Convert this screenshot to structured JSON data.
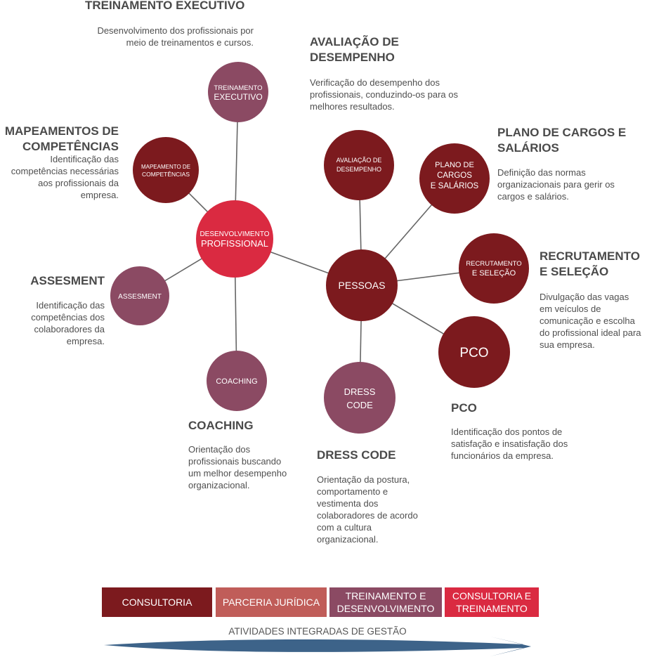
{
  "colors": {
    "dark_red": "#7c1a1e",
    "mauve": "#8b4a63",
    "bright_red": "#da2a41",
    "salmon": "#c05d59",
    "connector": "#666666",
    "arrow": "#3d6389"
  },
  "nodes": {
    "desenvolvimento": {
      "line1": "DESENVOLVIMENTO",
      "line2": "PROFISSIONAL"
    },
    "pessoas": {
      "line1": "PESSOAS"
    },
    "treinamento": {
      "line1": "TREINAMENTO",
      "line2": "EXECUTIVO"
    },
    "mapeamento": {
      "line1": "MAPEAMENTO DE",
      "line2": "COMPETÊNCIAS"
    },
    "assesment": {
      "line1": "ASSESMENT"
    },
    "coaching": {
      "line1": "COACHING"
    },
    "avaliacao": {
      "line1": "AVALIAÇÃO DE",
      "line2": "DESEMPENHO"
    },
    "plano": {
      "line1": "PLANO DE",
      "line2": "CARGOS",
      "line3": "E SALÁRIOS"
    },
    "recrutamento": {
      "line1": "RECRUTAMENTO",
      "line2": "E SELEÇÃO"
    },
    "pco": {
      "line1": "PCO"
    },
    "dress": {
      "line1": "DRESS",
      "line2": "CODE"
    }
  },
  "labels": {
    "treinamento": {
      "heading": "TREINAMENTO EXECUTIVO",
      "desc_1": "Desenvolvimento dos profissionais por",
      "desc_2": "meio de treinamentos e cursos."
    },
    "avaliacao": {
      "heading_1": "AVALIAÇÃO DE",
      "heading_2": "DESEMPENHO",
      "desc_1": "Verificação do desempenho dos",
      "desc_2": "profissionais, conduzindo-os para os",
      "desc_3": "melhores resultados."
    },
    "plano": {
      "heading_1": "PLANO DE CARGOS E",
      "heading_2": "SALÁRIOS",
      "desc_1": "Definição das normas",
      "desc_2": "organizacionais para gerir os",
      "desc_3": "cargos e salários."
    },
    "mapeamento": {
      "heading_1": "MAPEAMENTOS DE",
      "heading_2": "COMPETÊNCIAS",
      "desc_1": "Identificação das",
      "desc_2": "competências necessárias",
      "desc_3": "aos profissionais da",
      "desc_4": "empresa."
    },
    "recrutamento": {
      "heading_1": "RECRUTAMENTO",
      "heading_2": "E SELEÇÃO",
      "desc_1": "Divulgação das vagas",
      "desc_2": "em veículos de",
      "desc_3": "comunicação e escolha",
      "desc_4": "do profissional ideal para",
      "desc_5": "sua empresa."
    },
    "assesment": {
      "heading": "ASSESMENT",
      "desc_1": "Identificação das",
      "desc_2": "competências dos",
      "desc_3": "colaboradores da",
      "desc_4": "empresa."
    },
    "pco": {
      "heading": "PCO",
      "desc_1": "Identificação dos pontos de",
      "desc_2": "satisfação e insatisfação dos",
      "desc_3": "funcionários da empresa."
    },
    "coaching": {
      "heading": "COACHING",
      "desc_1": "Orientação dos",
      "desc_2": "profissionais buscando",
      "desc_3": "um melhor desempenho",
      "desc_4": "organizacional."
    },
    "dress": {
      "heading": "DRESS CODE",
      "desc_1": "Orientação da postura,",
      "desc_2": "comportamento e",
      "desc_3": "vestimenta dos",
      "desc_4": "colaboradores de acordo",
      "desc_5": "com a cultura",
      "desc_6": "organizacional."
    }
  },
  "legend": {
    "consultoria": "CONSULTORIA",
    "parceria": "PARCERIA JURÍDICA",
    "treinamento_1": "TREINAMENTO E",
    "treinamento_2": "DESENVOLVIMENTO",
    "cons_trein_1": "CONSULTORIA E",
    "cons_trein_2": "TREINAMENTO"
  },
  "footer": {
    "caption": "ATIVIDADES INTEGRADAS DE GESTÃO"
  }
}
